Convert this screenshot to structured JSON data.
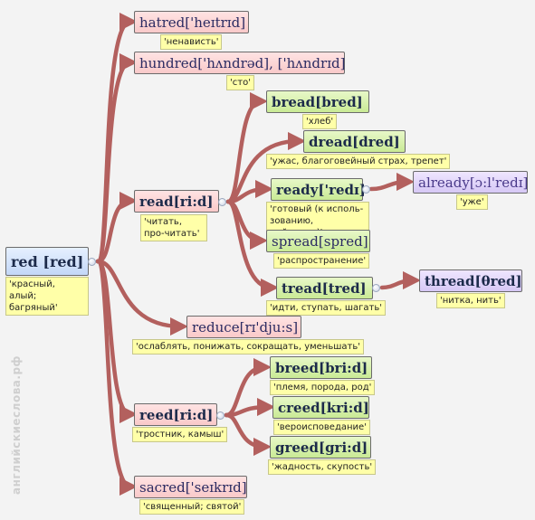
{
  "root": {
    "word": "red",
    "ipa": "[red]",
    "gloss": "'красный, алый; багряный'"
  },
  "nodes": {
    "hatred": {
      "word": "hatred",
      "ipa": " ['heɪtrɪd]",
      "gloss": "'ненависть'"
    },
    "hundred": {
      "word": "hundred",
      "ipa": " ['hʌndrəd], ['hʌndrɪd]",
      "gloss": "'сто'"
    },
    "read": {
      "word": "read",
      "ipa": " [ri:d]",
      "gloss": "'читать, про-читать'"
    },
    "bread": {
      "word": "bread",
      "ipa": " [bred]",
      "gloss": "'хлеб'"
    },
    "dread": {
      "word": "dread",
      "ipa": " [dred]",
      "gloss": "'ужас, благоговейный страх, трепет'"
    },
    "ready": {
      "word": "ready",
      "ipa": " ['redɪ]",
      "gloss": "'готовый (к исполь-зованию, действию)'"
    },
    "already": {
      "word": "already",
      "ipa": " [ɔ:l'redɪ]",
      "gloss": "'уже'"
    },
    "spread": {
      "word": "spread",
      "ipa": " [spred]",
      "gloss": "'распространение'"
    },
    "tread": {
      "word": "tread",
      "ipa": " [tred]",
      "gloss": "'идти, ступать, шагать'"
    },
    "thread": {
      "word": "thread",
      "ipa": " [θred]",
      "gloss": "'нитка, нить'"
    },
    "reduce": {
      "word": "reduce",
      "ipa": " [rɪ'dju:s]",
      "gloss": "'ослаблять, понижать, сокращать, уменьшать'"
    },
    "reed": {
      "word": "reed",
      "ipa": " [ri:d]",
      "gloss": "'тростник, камыш'"
    },
    "breed": {
      "word": "breed",
      "ipa": " [bri:d]",
      "gloss": "'племя, порода, род'"
    },
    "creed": {
      "word": "creed",
      "ipa": " [kri:d]",
      "gloss": "'вероисповедание'"
    },
    "greed": {
      "word": "greed",
      "ipa": " [gri:d]",
      "gloss": "'жадность, скупость'"
    },
    "sacred": {
      "word": "sacred",
      "ipa": " ['seɪkrɪd]",
      "gloss": "'священный; святой'"
    }
  },
  "watermark": "английскиеслова.рф",
  "colors": {
    "link": "#b3605e",
    "pink": "#f9c9c9",
    "green": "#c9ea95",
    "lilac": "#d6c8f5",
    "blue": "#c3d7f7",
    "note": "#ffffa8"
  }
}
